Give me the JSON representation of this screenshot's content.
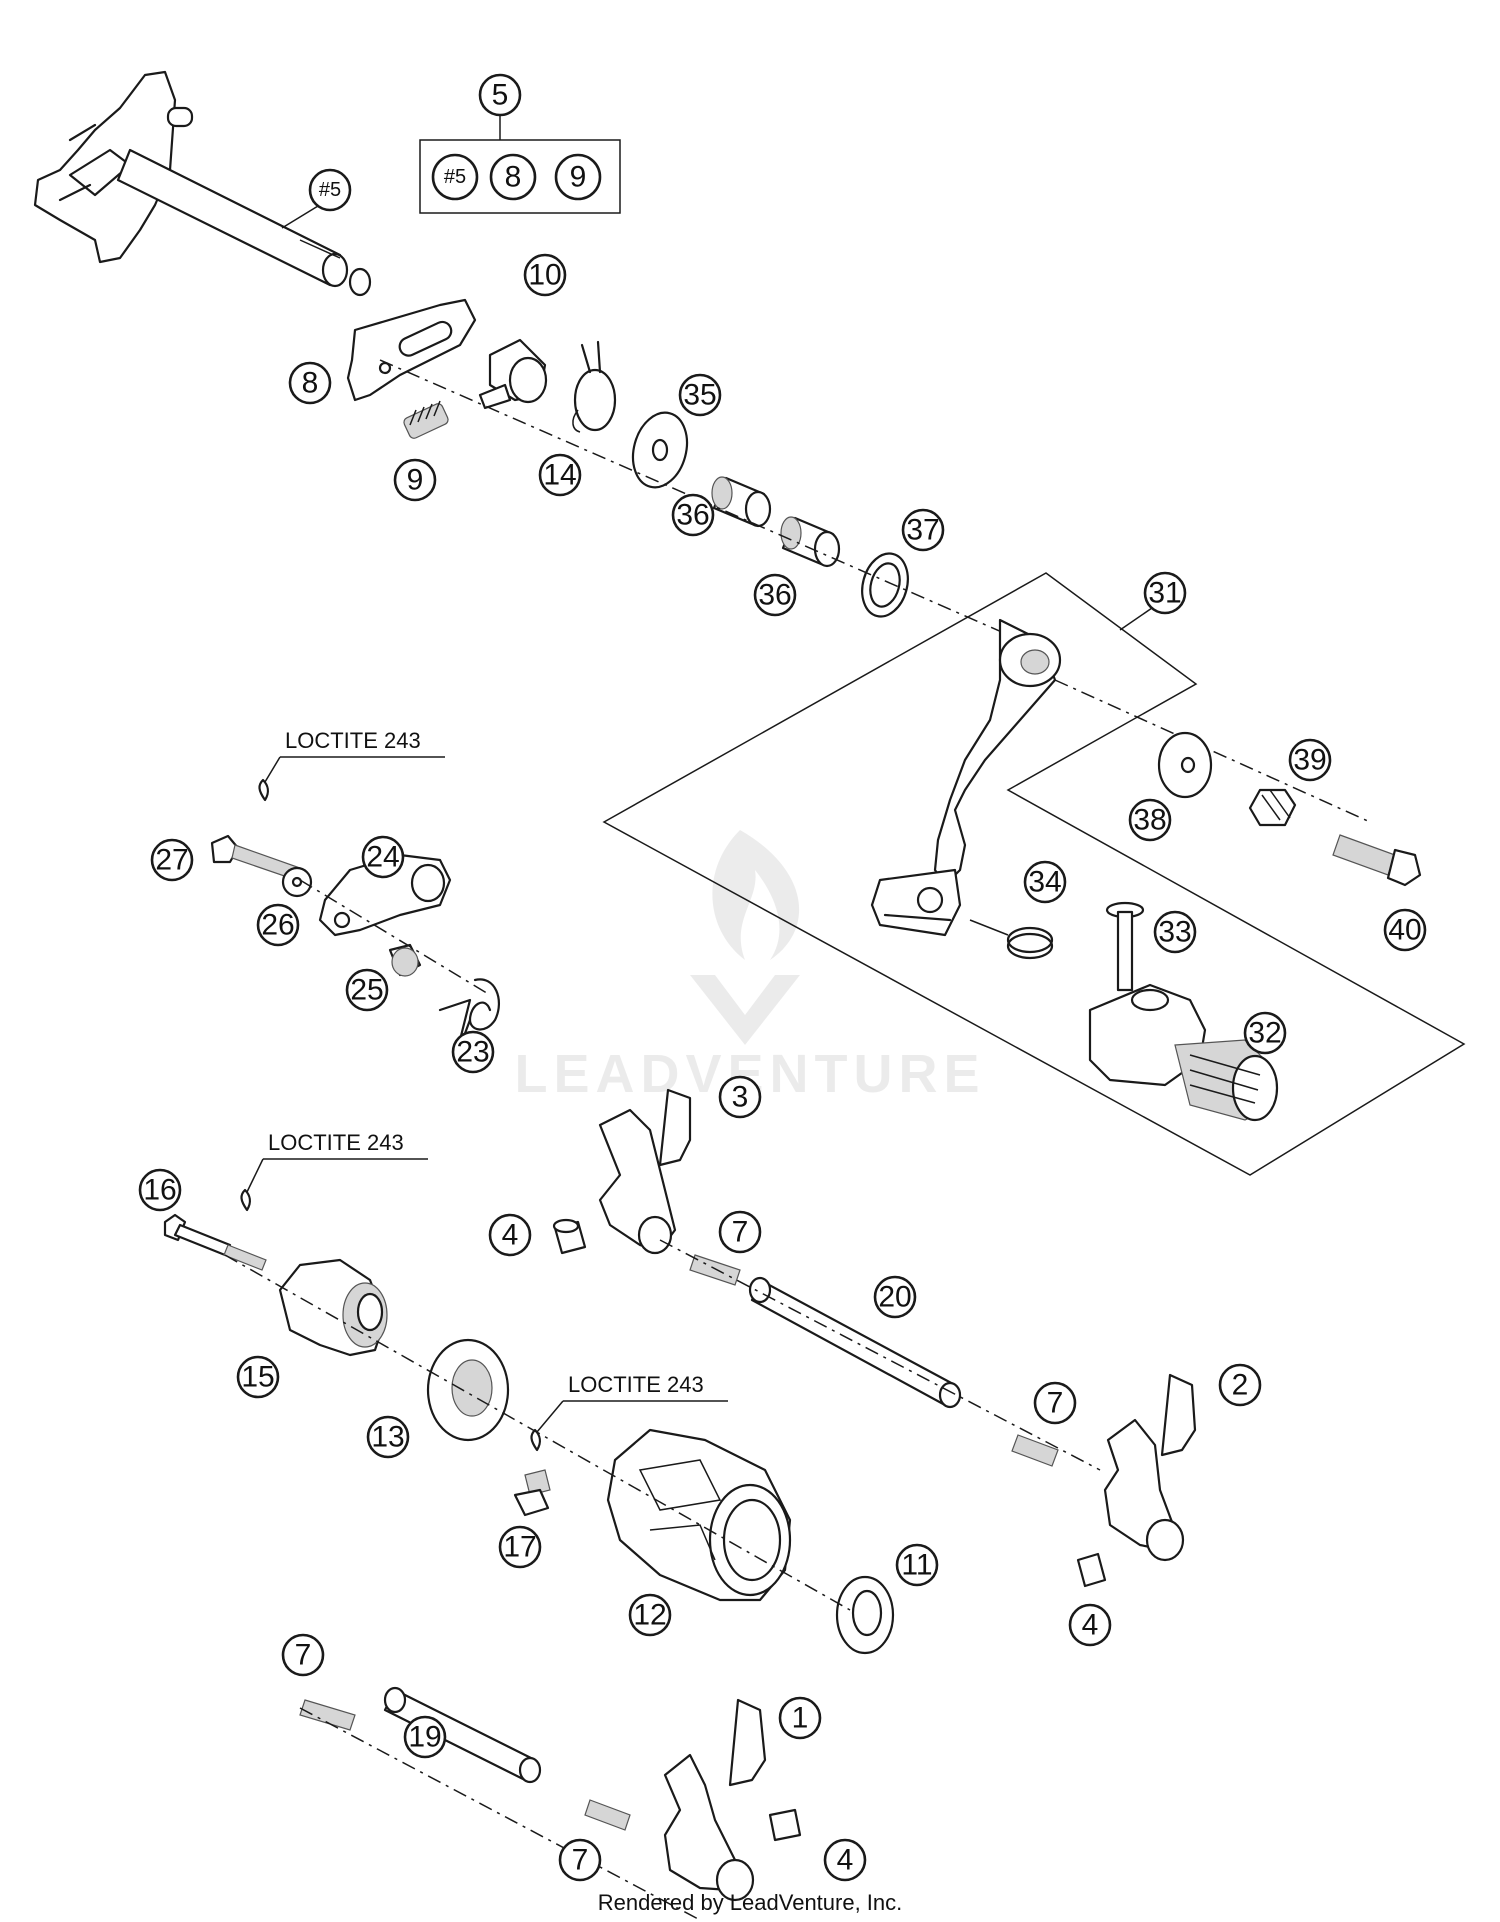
{
  "callouts": [
    {
      "id": "5",
      "label": "5"
    },
    {
      "id": "kit-5",
      "label": "#5"
    },
    {
      "id": "kit-8",
      "label": "8"
    },
    {
      "id": "kit-9",
      "label": "9"
    },
    {
      "id": "shaft-5",
      "label": "#5"
    },
    {
      "id": "8",
      "label": "8"
    },
    {
      "id": "9",
      "label": "9"
    },
    {
      "id": "10",
      "label": "10"
    },
    {
      "id": "14",
      "label": "14"
    },
    {
      "id": "35",
      "label": "35"
    },
    {
      "id": "36a",
      "label": "36"
    },
    {
      "id": "36b",
      "label": "36"
    },
    {
      "id": "37",
      "label": "37"
    },
    {
      "id": "31",
      "label": "31"
    },
    {
      "id": "38",
      "label": "38"
    },
    {
      "id": "39",
      "label": "39"
    },
    {
      "id": "40",
      "label": "40"
    },
    {
      "id": "34",
      "label": "34"
    },
    {
      "id": "33",
      "label": "33"
    },
    {
      "id": "32",
      "label": "32"
    },
    {
      "id": "27",
      "label": "27"
    },
    {
      "id": "24",
      "label": "24"
    },
    {
      "id": "26",
      "label": "26"
    },
    {
      "id": "25",
      "label": "25"
    },
    {
      "id": "23",
      "label": "23"
    },
    {
      "id": "3",
      "label": "3"
    },
    {
      "id": "16",
      "label": "16"
    },
    {
      "id": "4a",
      "label": "4"
    },
    {
      "id": "7a",
      "label": "7"
    },
    {
      "id": "20",
      "label": "20"
    },
    {
      "id": "15",
      "label": "15"
    },
    {
      "id": "13",
      "label": "13"
    },
    {
      "id": "7b",
      "label": "7"
    },
    {
      "id": "2",
      "label": "2"
    },
    {
      "id": "17",
      "label": "17"
    },
    {
      "id": "12",
      "label": "12"
    },
    {
      "id": "11",
      "label": "11"
    },
    {
      "id": "4b",
      "label": "4"
    },
    {
      "id": "7c",
      "label": "7"
    },
    {
      "id": "19",
      "label": "19"
    },
    {
      "id": "1",
      "label": "1"
    },
    {
      "id": "7d",
      "label": "7"
    },
    {
      "id": "4c",
      "label": "4"
    }
  ],
  "loctite_notes": [
    "LOCTITE 243",
    "LOCTITE 243",
    "LOCTITE 243"
  ],
  "watermark_text": "LEADVENTURE",
  "footer": "Rendered by LeadVenture, Inc."
}
